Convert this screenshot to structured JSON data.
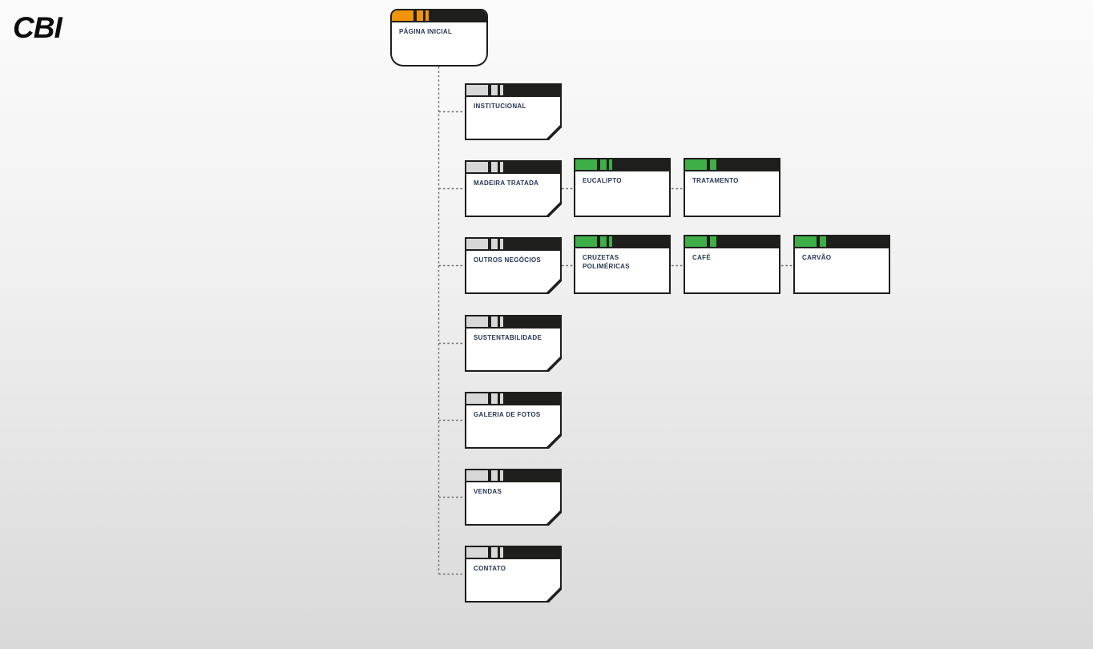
{
  "brand": {
    "logo_text": "CBI"
  },
  "colors": {
    "accent_orange": "#f2940a",
    "accent_green": "#3eae46",
    "tab_gray": "#d8d8d8",
    "node_dark": "#1e1e1c",
    "label_color": "#263654",
    "connector_gray": "#6f6f6f"
  },
  "sitemap": {
    "root": {
      "label": "PÁGINA INICIAL",
      "accent": "orange",
      "shape": "rounded"
    },
    "children": [
      {
        "label": "INSTITUCIONAL",
        "accent": "gray",
        "shape": "dogear",
        "children": []
      },
      {
        "label": "MADEIRA TRATADA",
        "accent": "gray",
        "shape": "dogear",
        "children": [
          {
            "label": "EUCALIPTO",
            "accent": "green",
            "shape": "square"
          },
          {
            "label": "TRATAMENTO",
            "accent": "green",
            "shape": "square"
          }
        ]
      },
      {
        "label": "OUTROS NEGÓCIOS",
        "accent": "gray",
        "shape": "dogear",
        "children": [
          {
            "label": "CRUZETAS POLIMÉRICAS",
            "accent": "green",
            "shape": "square"
          },
          {
            "label": "CAFÉ",
            "accent": "green",
            "shape": "square"
          },
          {
            "label": "CARVÃO",
            "accent": "green",
            "shape": "square"
          }
        ]
      },
      {
        "label": "SUSTENTABILIDADE",
        "accent": "gray",
        "shape": "dogear",
        "children": []
      },
      {
        "label": "GALERIA DE FOTOS",
        "accent": "gray",
        "shape": "dogear",
        "children": []
      },
      {
        "label": "VENDAS",
        "accent": "gray",
        "shape": "dogear",
        "children": []
      },
      {
        "label": "CONTATO",
        "accent": "gray",
        "shape": "dogear",
        "children": []
      }
    ]
  }
}
